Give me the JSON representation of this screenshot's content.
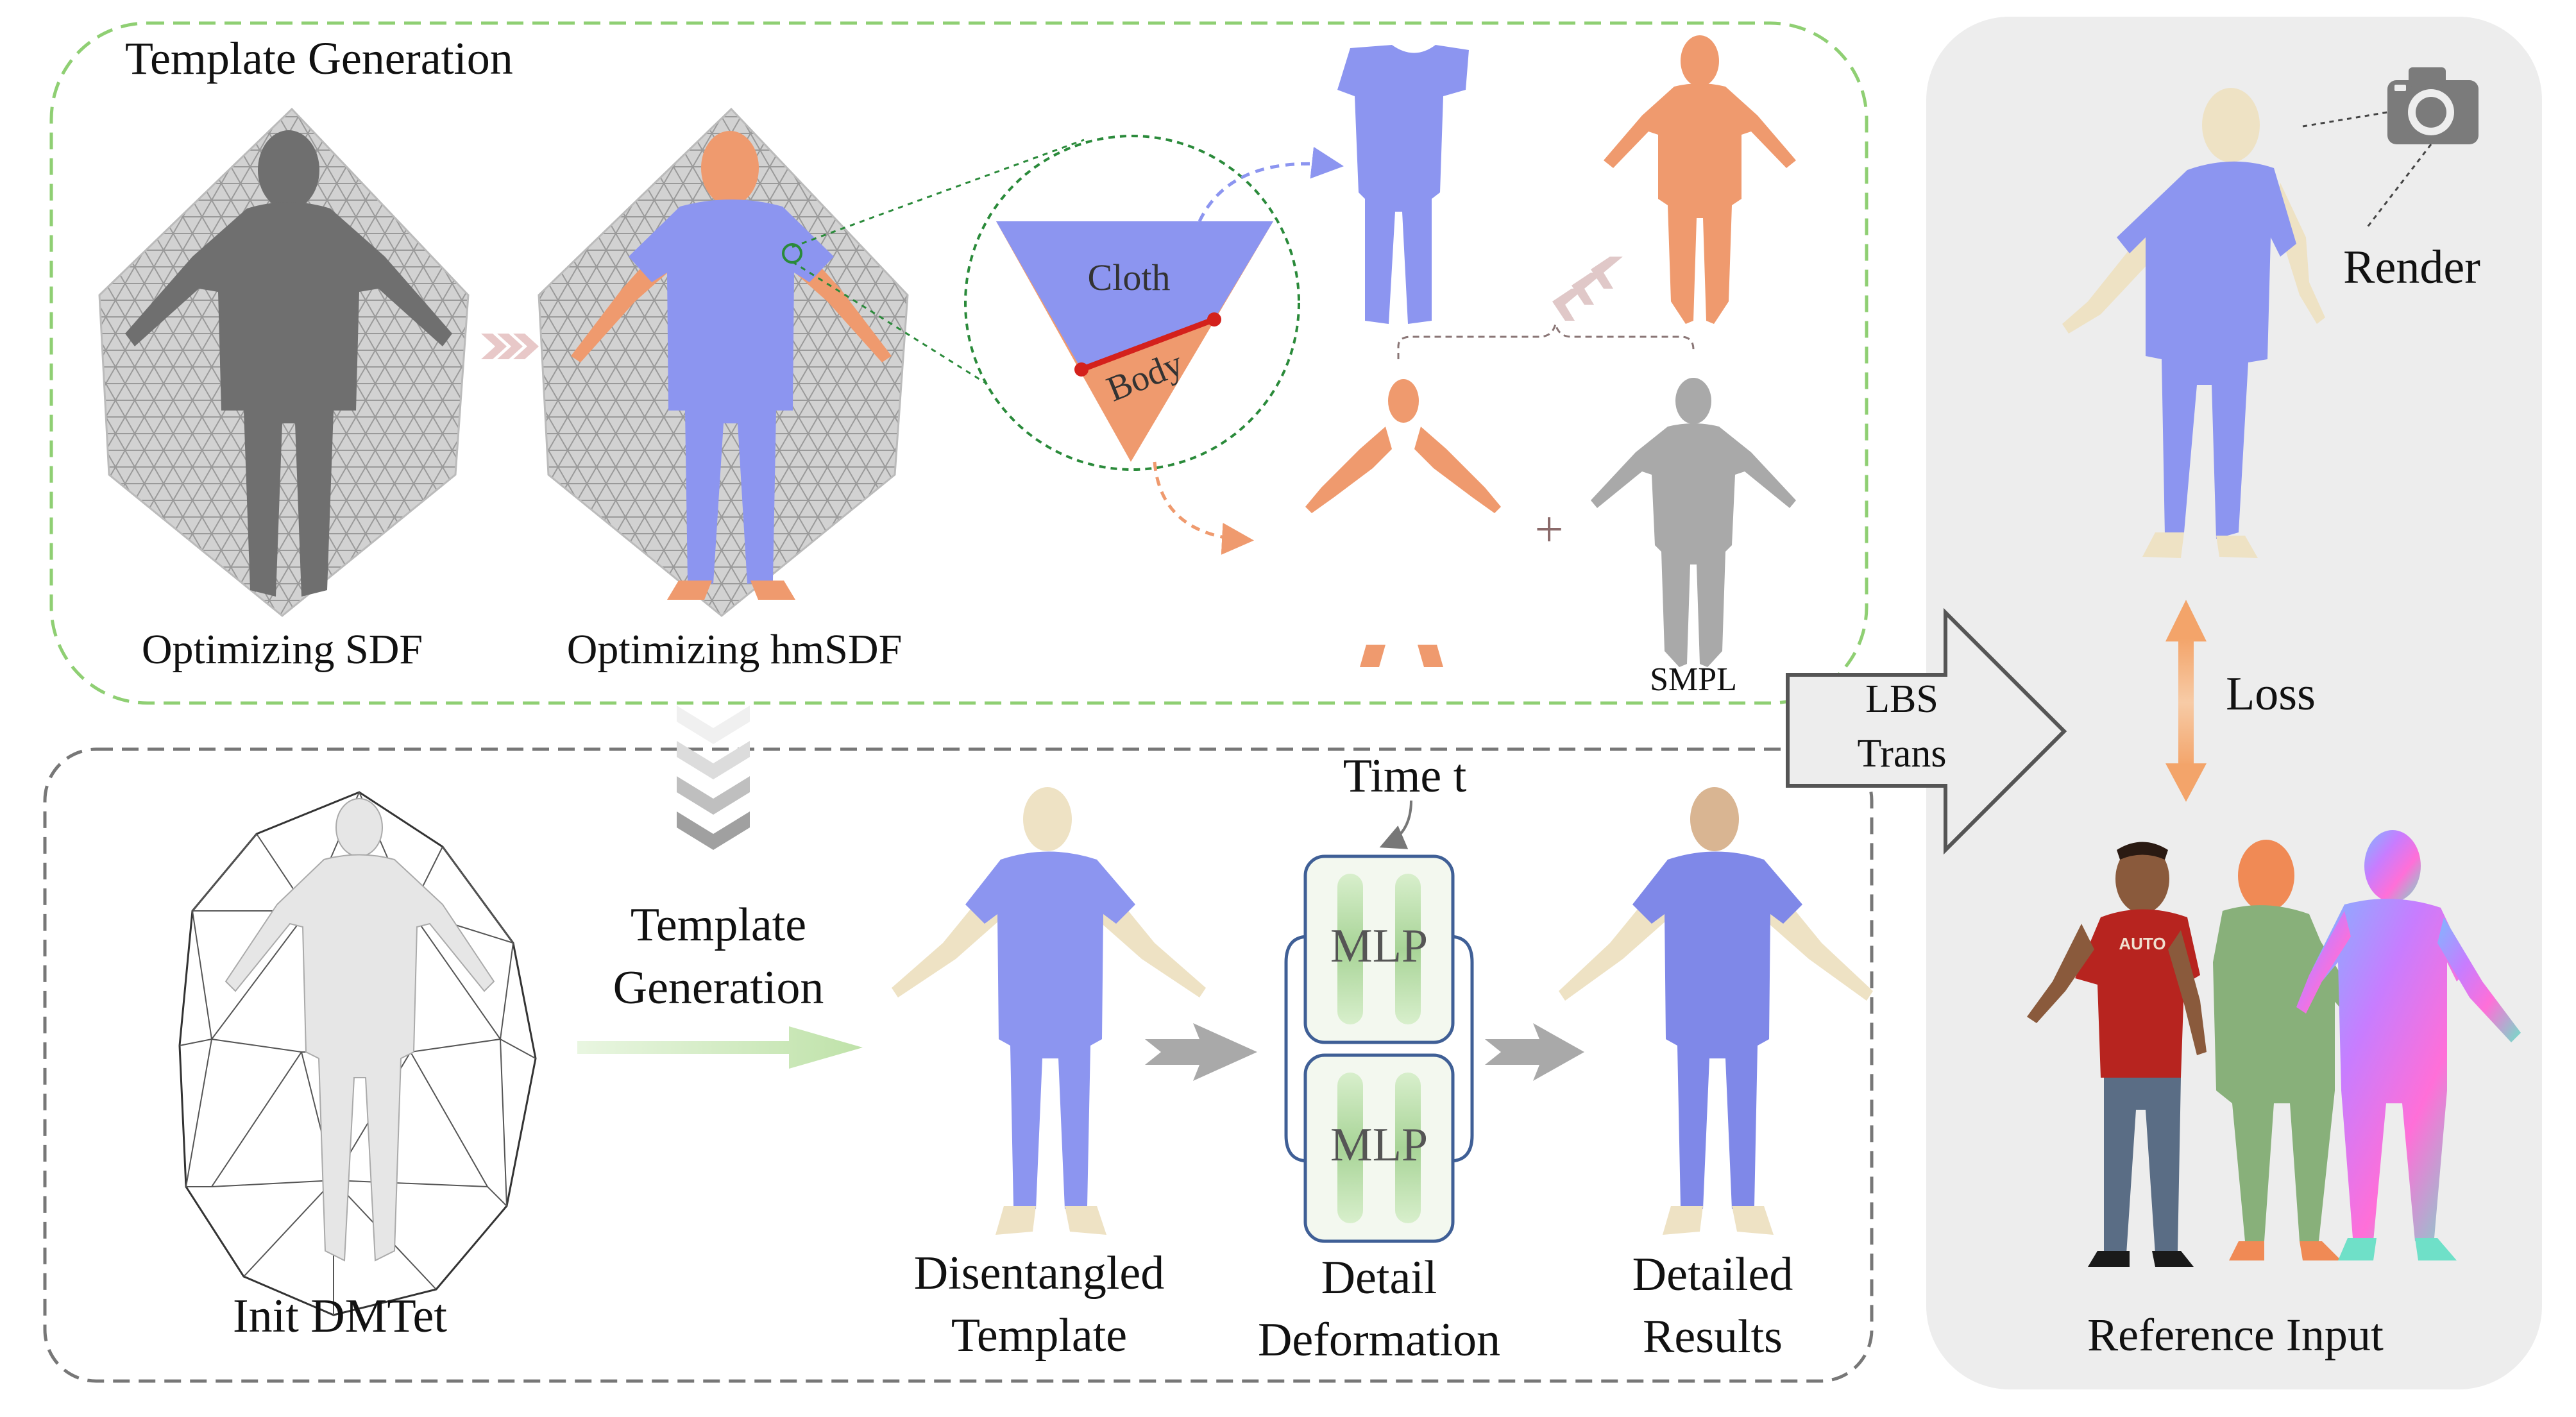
{
  "top_panel": {
    "title": "Template Generation",
    "step1_label": "Optimizing SDF",
    "step2_label": "Optimizing hmSDF",
    "cloth_label": "Cloth",
    "body_label": "Body",
    "smpl_label": "SMPL",
    "plus_sign": "+"
  },
  "bottom_panel": {
    "init_label": "Init DMTet",
    "template_gen_line1": "Template",
    "template_gen_line2": "Generation",
    "disentangled_line1": "Disentangled",
    "disentangled_line2": "Template",
    "time_label": "Time t",
    "mlp1_label": "MLP",
    "mlp2_label": "MLP",
    "detail_line1": "Detail",
    "detail_line2": "Deformation",
    "results_line1": "Detailed",
    "results_line2": "Results"
  },
  "connector": {
    "line1": "LBS",
    "line2": "Trans"
  },
  "right_panel": {
    "render_label": "Render",
    "loss_label": "Loss",
    "reference_label": "Reference Input",
    "camera_icon": "camera-icon",
    "ref_shirt_text": "AUTO"
  },
  "colors": {
    "cloth": "#8c95f0",
    "body": "#ef9a6e",
    "skin": "#eee2c4",
    "grid_bg": "#d0d0d0",
    "silhouette": "#6f6f6f",
    "green_dash": "#8fcf73",
    "gray_dash": "#777777",
    "right_panel_bg": "#ededed",
    "loss_arrow": "#f3b384",
    "red_shirt": "#b7241f",
    "green_person": "#88b07a",
    "mlp_green": "#a8d497",
    "mlp_border": "#3f5f96"
  }
}
